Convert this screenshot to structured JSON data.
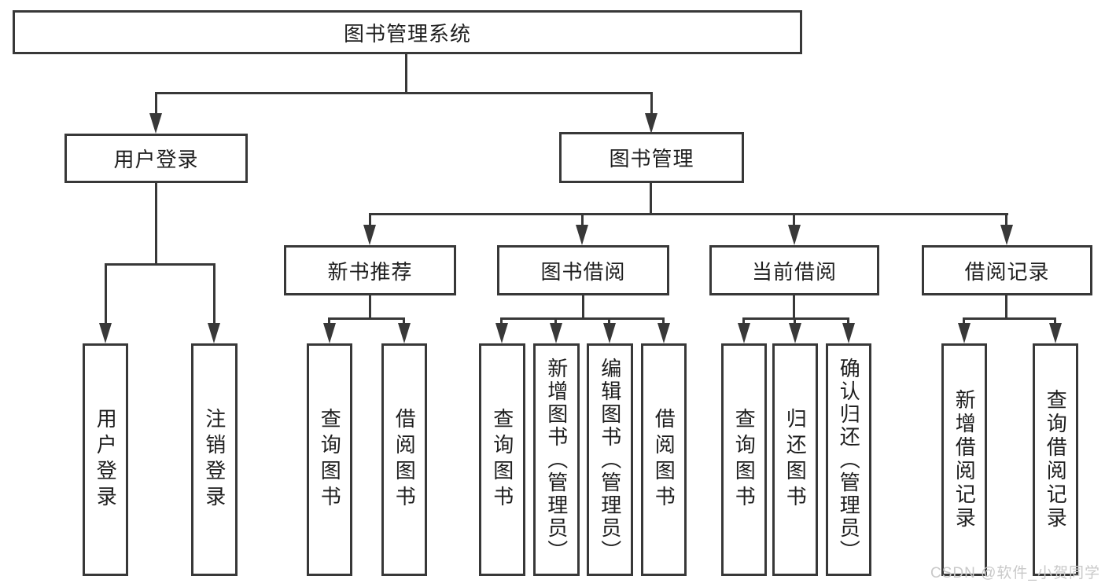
{
  "colors": {
    "line": "#383838",
    "text": "#1e1e1e",
    "bg": "#ffffff",
    "watermark": "#c9c9c9"
  },
  "diagram": {
    "root": {
      "label": "图书管理系统"
    },
    "branches": [
      {
        "label": "用户登录",
        "leaves": [
          {
            "label": "用户登录"
          },
          {
            "label": "注销登录"
          }
        ]
      },
      {
        "label": "图书管理",
        "children": [
          {
            "label": "新书推荐",
            "leaves": [
              {
                "label": "查询图书"
              },
              {
                "label": "借阅图书"
              }
            ]
          },
          {
            "label": "图书借阅",
            "leaves": [
              {
                "label": "查询图书"
              },
              {
                "label": "新增图书（管理员）"
              },
              {
                "label": "编辑图书（管理员）"
              },
              {
                "label": "借阅图书"
              }
            ]
          },
          {
            "label": "当前借阅",
            "leaves": [
              {
                "label": "查询图书"
              },
              {
                "label": "归还图书"
              },
              {
                "label": "确认归还（管理员）"
              }
            ]
          },
          {
            "label": "借阅记录",
            "leaves": [
              {
                "label": "新增借阅记录"
              },
              {
                "label": "查询借阅记录"
              }
            ]
          }
        ]
      }
    ],
    "watermark": "CSDN @软件_小贺同学"
  }
}
